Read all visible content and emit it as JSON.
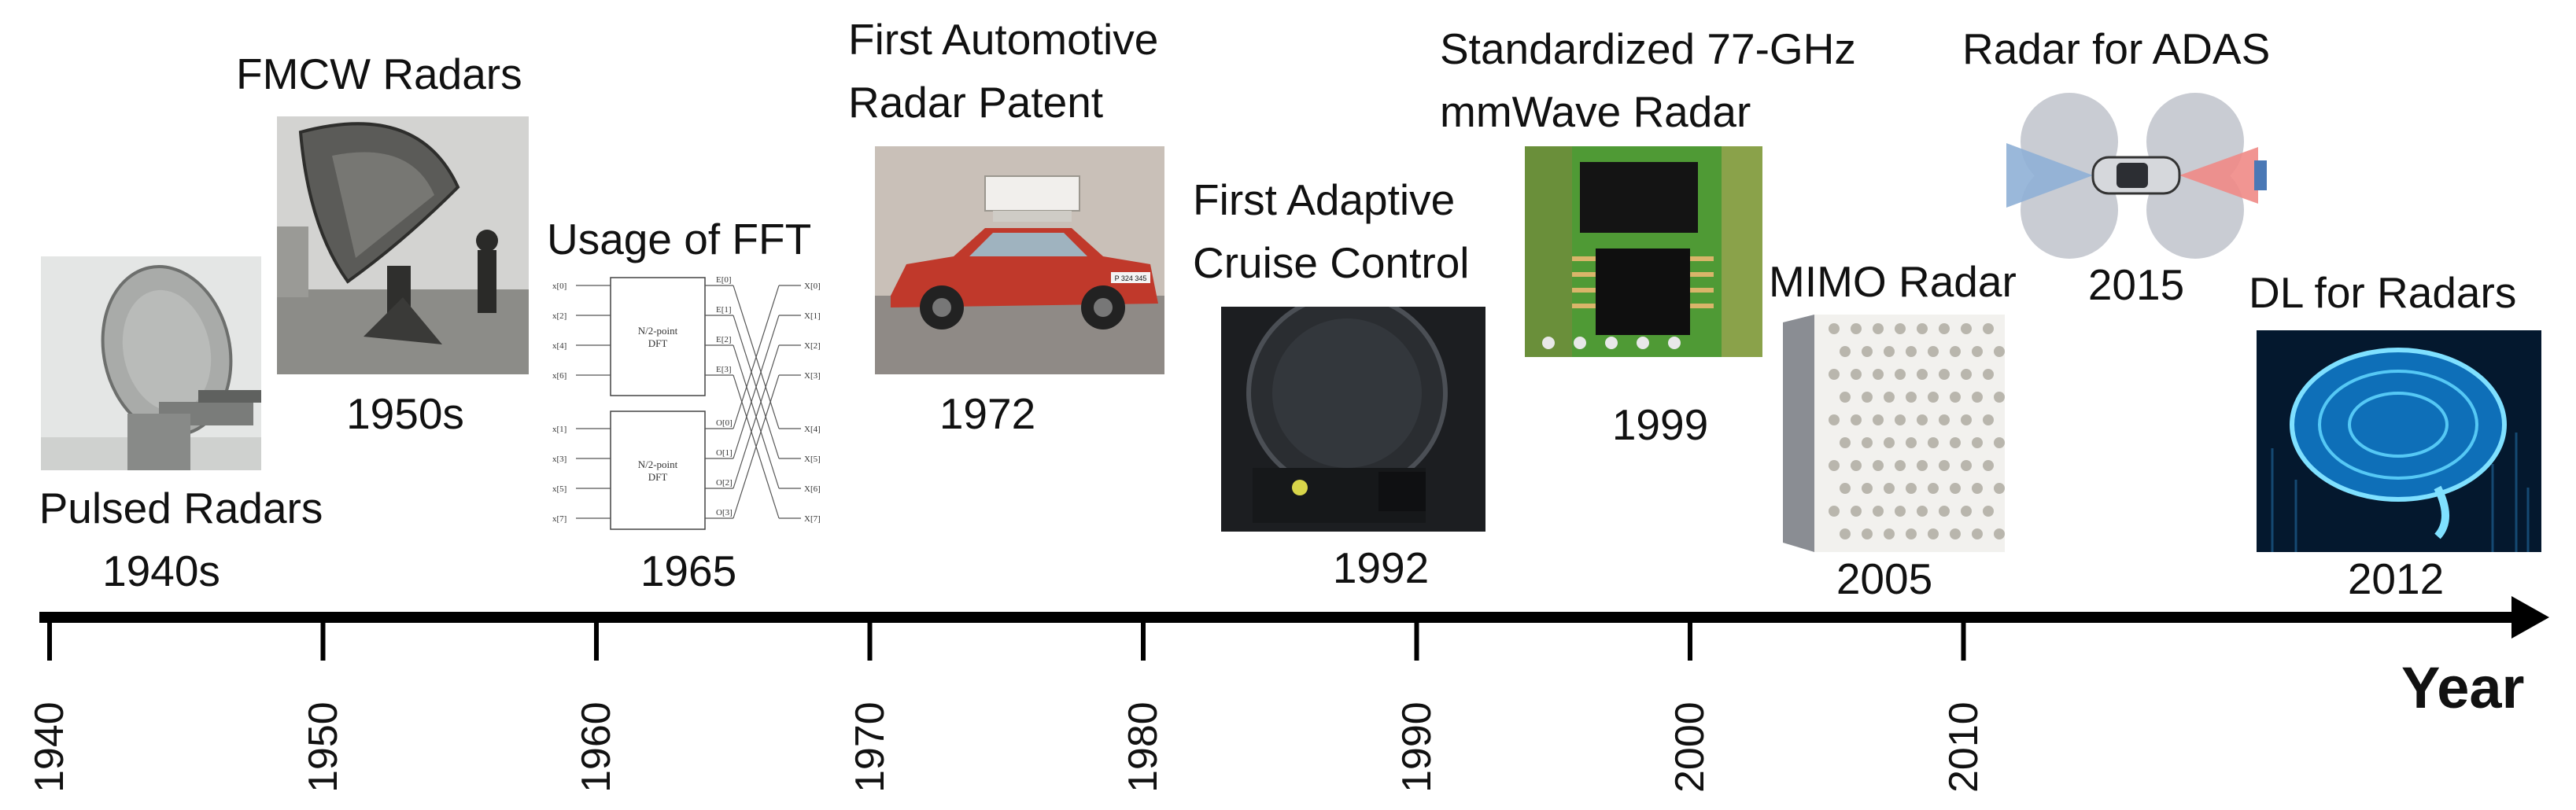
{
  "events": [
    {
      "title": "Pulsed Radars",
      "date": "1940s"
    },
    {
      "title": "FMCW Radars",
      "date": "1950s"
    },
    {
      "title": "Usage of FFT",
      "date": "1965"
    },
    {
      "title_line1": "First Automotive",
      "title_line2": "Radar Patent",
      "date": "1972"
    },
    {
      "title_line1": "First Adaptive",
      "title_line2": "Cruise Control",
      "date": "1992"
    },
    {
      "title_line1": "Standardized 77-GHz",
      "title_line2": "mmWave Radar",
      "date": "1999"
    },
    {
      "title": "MIMO Radar",
      "date": "2005"
    },
    {
      "title": "DL for Radars",
      "date": "2012"
    },
    {
      "title": "Radar for ADAS",
      "date": "2015"
    }
  ],
  "axis": {
    "title": "Year",
    "ticks": [
      "1940",
      "1950",
      "1960",
      "1970",
      "1980",
      "1990",
      "2000",
      "2010"
    ]
  },
  "fft": {
    "block_label_1": "N/2-point",
    "block_label_2": "DFT",
    "inputs": [
      "x[0]",
      "x[2]",
      "x[4]",
      "x[6]",
      "x[1]",
      "x[3]",
      "x[5]",
      "x[7]"
    ],
    "mids": [
      "E[0]",
      "E[1]",
      "E[2]",
      "E[3]",
      "O[0]",
      "O[1]",
      "O[2]",
      "O[3]"
    ],
    "outputs": [
      "X[0]",
      "X[1]",
      "X[2]",
      "X[3]",
      "X[4]",
      "X[5]",
      "X[6]",
      "X[7]"
    ]
  },
  "car_plate": "P 324 345"
}
